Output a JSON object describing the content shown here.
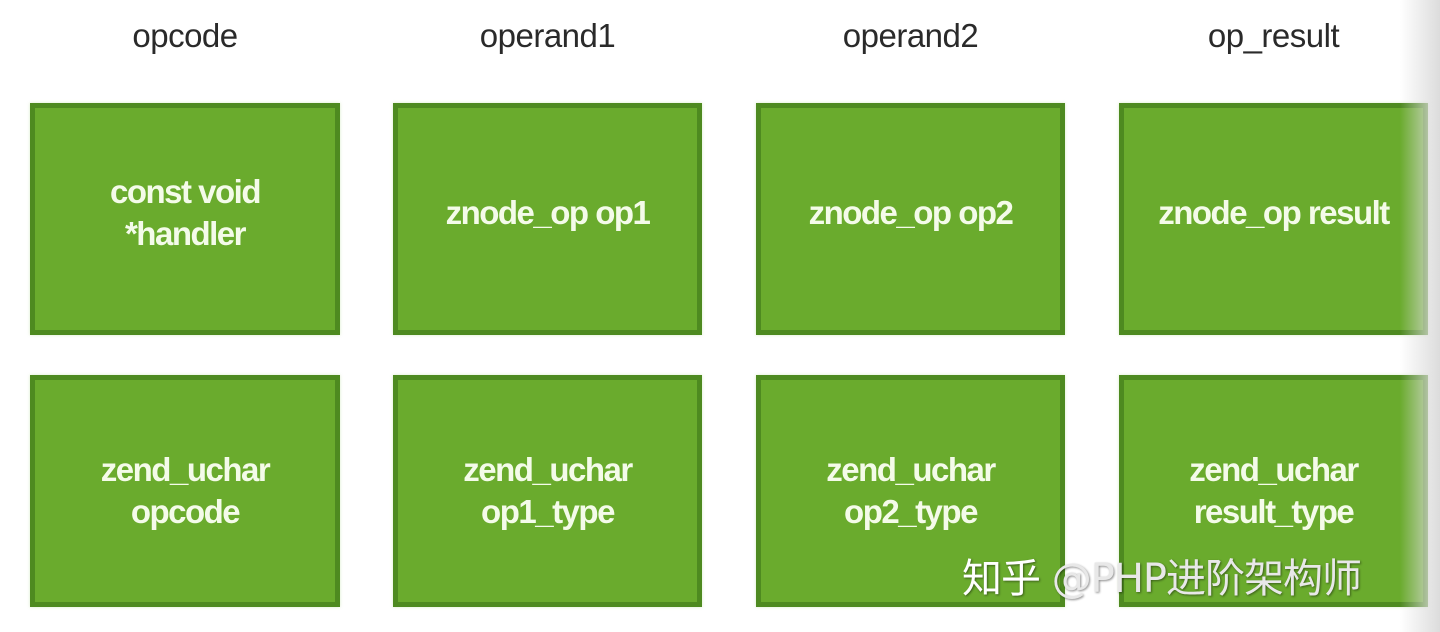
{
  "columns": [
    {
      "header": "opcode",
      "boxes": [
        "const void\n*handler",
        "zend_uchar\nopcode"
      ]
    },
    {
      "header": "operand1",
      "boxes": [
        "znode_op op1",
        "zend_uchar\nop1_type"
      ]
    },
    {
      "header": "operand2",
      "boxes": [
        "znode_op op2",
        "zend_uchar\nop2_type"
      ]
    },
    {
      "header": "op_result",
      "boxes": [
        "znode_op result",
        "zend_uchar\nresult_type"
      ]
    }
  ],
  "watermark": {
    "site": "知乎",
    "author": "@PHP进阶架构师"
  },
  "colors": {
    "box_fill": "#6aab2d",
    "box_border": "#4e8a20",
    "box_text": "#f4fbe9",
    "header_text": "#2a2a2a"
  }
}
